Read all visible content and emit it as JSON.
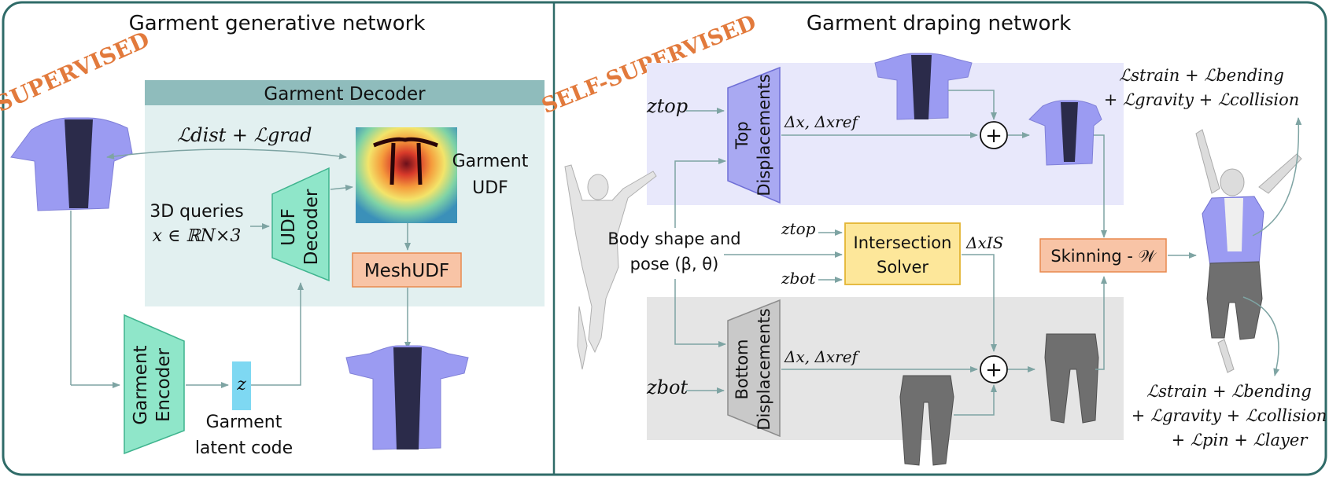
{
  "left_panel": {
    "title": "Garment generative network",
    "tag": "SUPERVISED",
    "decoder_header": "Garment Decoder",
    "loss": "ℒdist + ℒgrad",
    "udf_label_line1": "Garment",
    "udf_label_line2": "UDF",
    "queries_line1": "3D queries",
    "queries_line2": "x ∈ ℝN×3",
    "udf_decoder_line1": "UDF",
    "udf_decoder_line2": "Decoder",
    "meshudf": "MeshUDF",
    "encoder_line1": "Garment",
    "encoder_line2": "Encoder",
    "latent_symbol": "z",
    "latent_line1": "Garment",
    "latent_line2": "latent code"
  },
  "right_panel": {
    "title": "Garment draping network",
    "tag": "SELF-SUPERVISED",
    "z_top": "ztop",
    "z_bot": "zbot",
    "top_disp_line1": "Top",
    "top_disp_line2": "Displacements",
    "bottom_disp_line1": "Bottom",
    "bottom_disp_line2": "Displacements",
    "delta_top": "Δx, Δxref",
    "delta_bot": "Δx, Δxref",
    "body_line1": "Body shape and",
    "body_line2": "pose (β, θ)",
    "z_top_small": "ztop",
    "z_bot_small": "zbot",
    "solver_line1": "Intersection",
    "solver_line2": "Solver",
    "delta_is": "ΔxIS",
    "skinning": "Skinning - 𝒲",
    "plus": "+",
    "loss_top_line1": "ℒstrain + ℒbending",
    "loss_top_line2": "+ ℒgravity + ℒcollision",
    "loss_bot_line1": "ℒstrain + ℒbending",
    "loss_bot_line2": "+ ℒgravity + ℒcollision",
    "loss_bot_line3": "+ ℒpin + ℒlayer"
  },
  "colors": {
    "frame": "#2f6b68",
    "decoder_header": "#8fbcbc",
    "decoder_area": "#e2f0f0",
    "teal_block": "#8fe6c9",
    "orange_block": "#f8c4a6",
    "yellow_block": "#fde79a",
    "top_area": "#e8e8fb",
    "bottom_area": "#e5e5e5",
    "purple_block": "#a9a9f2",
    "gray_block": "#c9c9c9",
    "latent": "#7ed8f2",
    "tag": "#e27a3c",
    "arrow": "#7ea4a3"
  }
}
